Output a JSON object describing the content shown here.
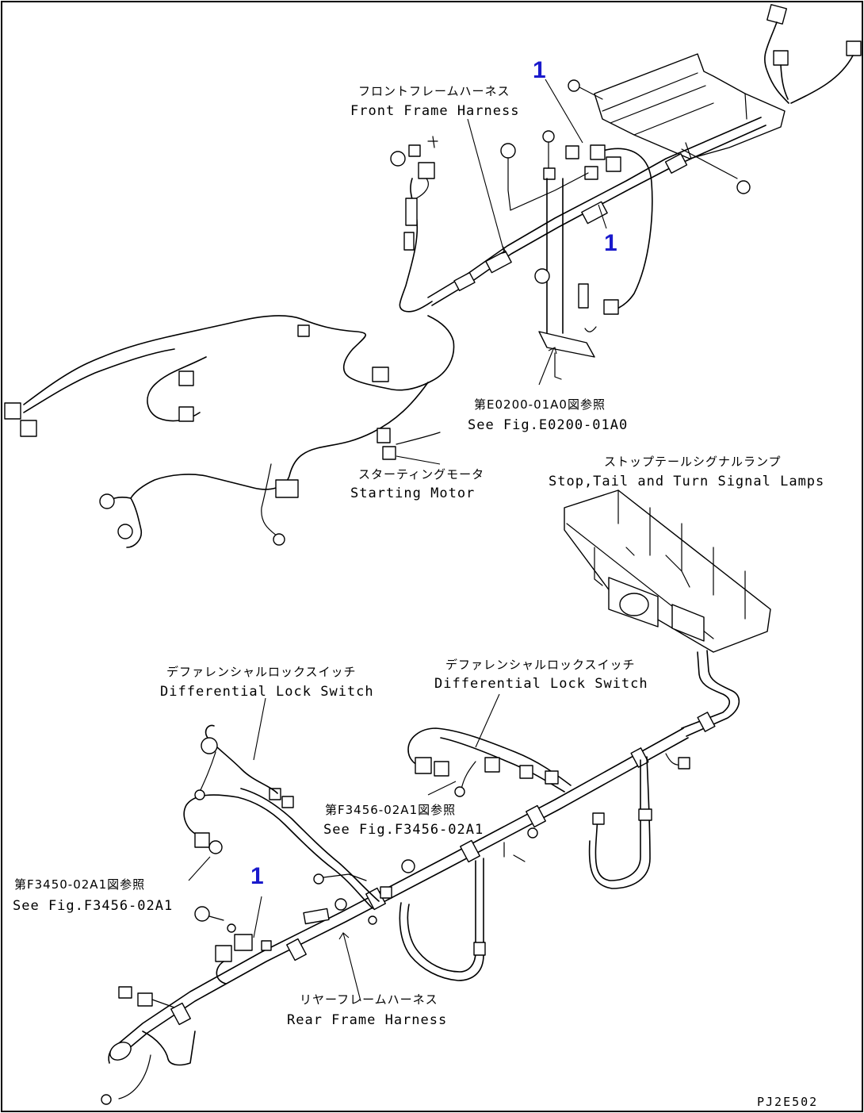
{
  "labels": {
    "front_frame_jp": "フロントフレームハーネス",
    "front_frame_en": "Front Frame Harness",
    "see_fig_e_jp": "第E0200-01A0図参照",
    "see_fig_e_en": "See Fig.E0200-01A0",
    "starting_motor_jp": "スターティングモータ",
    "starting_motor_en": "Starting Motor",
    "stop_tail_jp": "ストップテールシグナルランプ",
    "stop_tail_en": "Stop,Tail and Turn Signal Lamps",
    "diff_lock_left_jp": "デファレンシャルロックスイッチ",
    "diff_lock_left_en": "Differential Lock Switch",
    "diff_lock_right_jp": "デファレンシャルロックスイッチ",
    "diff_lock_right_en": "Differential Lock Switch",
    "see_fig_f3456_jp": "第F3456-02A1図参照",
    "see_fig_f3456_en": "See Fig.F3456-02A1",
    "see_fig_f3450_jp": "第F3450-02A1図参照",
    "see_fig_f3450_en": "See Fig.F3456-02A1",
    "rear_frame_jp": "リヤーフレームハーネス",
    "rear_frame_en": "Rear Frame Harness"
  },
  "callouts": {
    "c1": "1",
    "c2": "1",
    "c3": "1"
  },
  "drawing_code": "PJ2E502",
  "colors": {
    "callout": "#1a1acc",
    "line": "#000000"
  }
}
